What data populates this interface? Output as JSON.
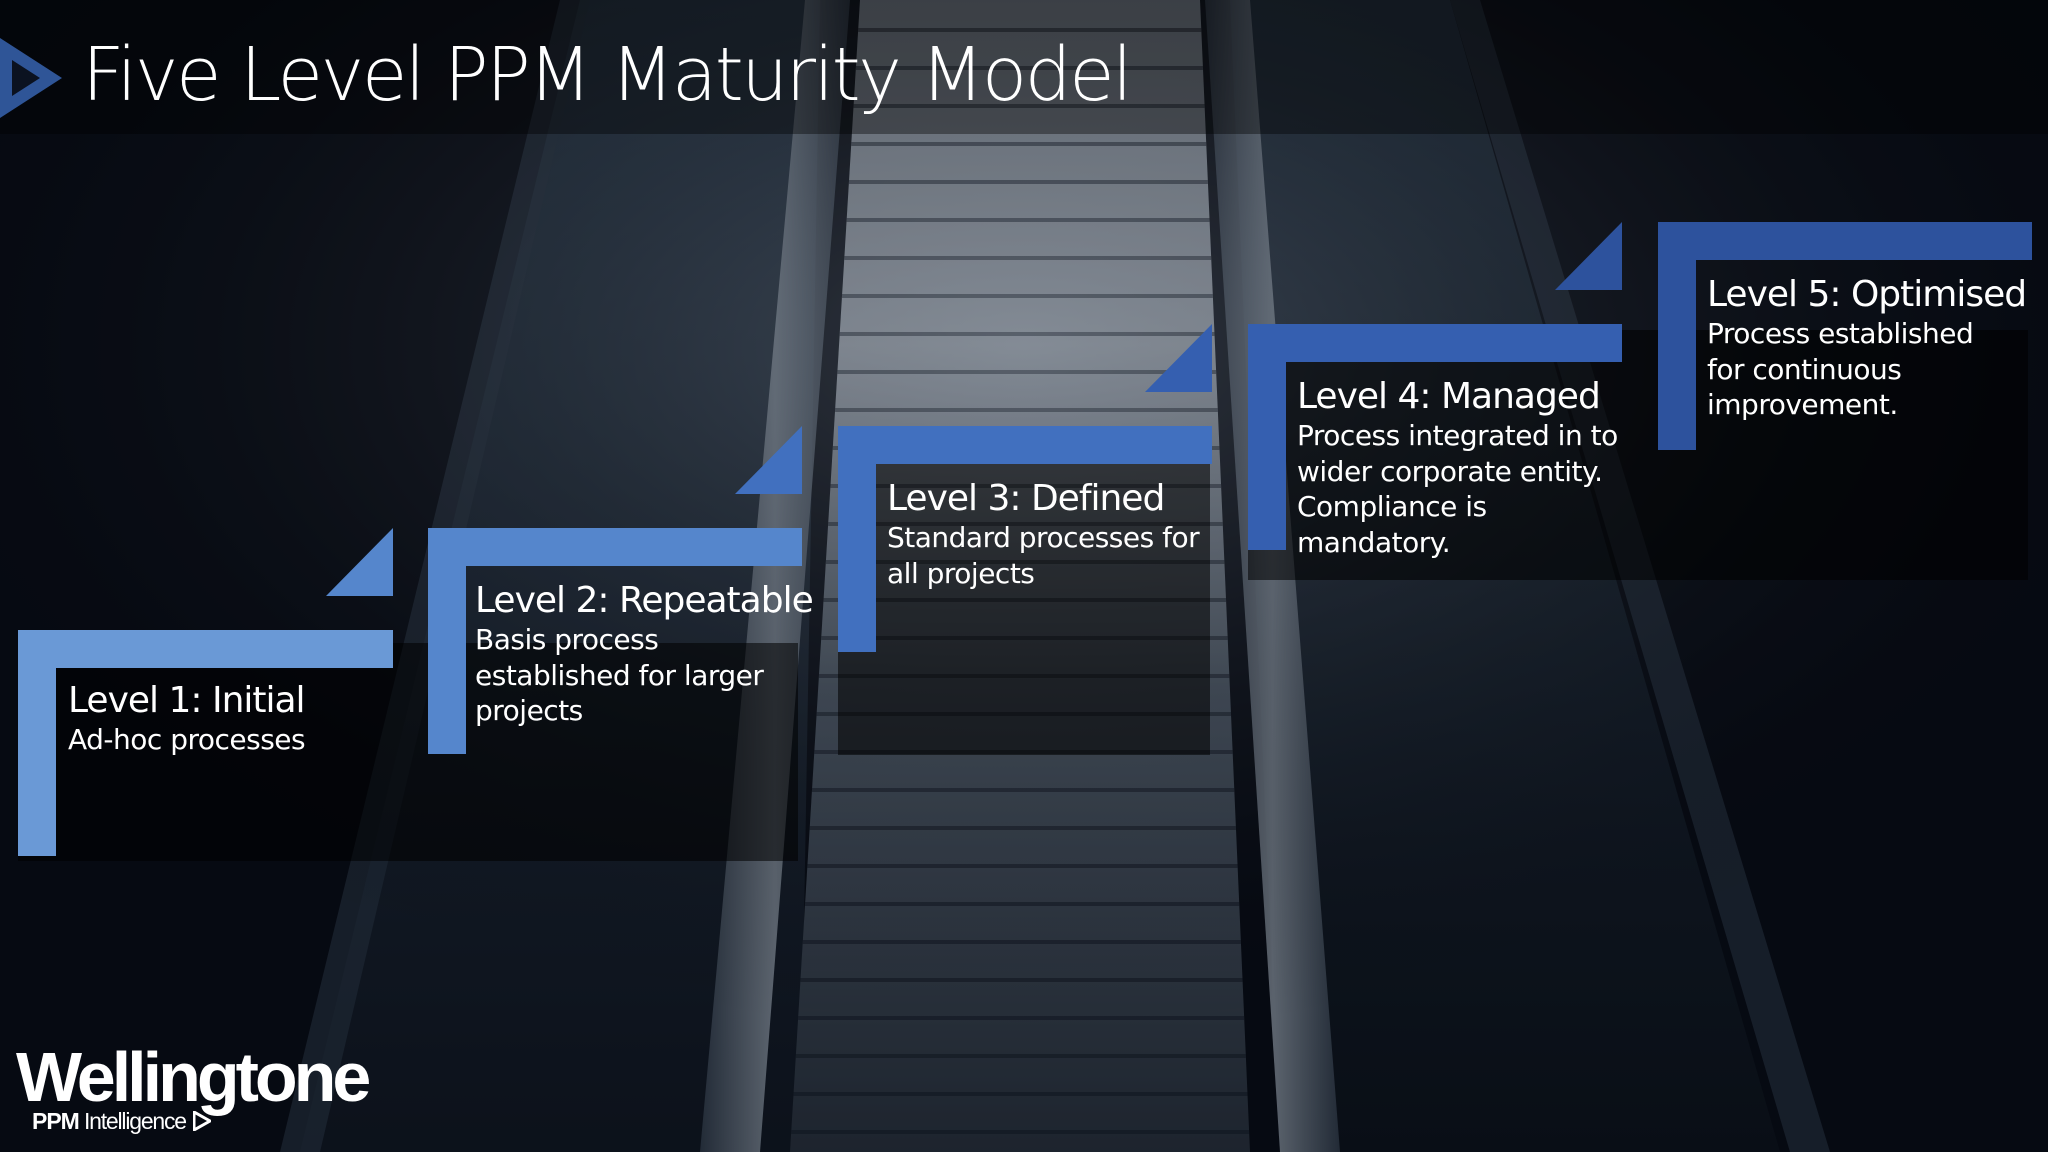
{
  "slide": {
    "title": "Five Level PPM Maturity Model",
    "title_icon": "play-triangle-icon",
    "accent_color": "#2f5597"
  },
  "levels": [
    {
      "title": "Level 1: Initial",
      "description": "Ad-hoc processes",
      "color": "#6a99d6"
    },
    {
      "title": "Level 2: Repeatable",
      "description": "Basis process\nestablished for larger\nprojects",
      "color": "#5586cc"
    },
    {
      "title": "Level 3: Defined",
      "description": "Standard processes for\nall projects",
      "color": "#4170bf"
    },
    {
      "title": "Level 4: Managed",
      "description": "Process integrated in to\nwider corporate entity.\nCompliance is\nmandatory.",
      "color": "#355fb0"
    },
    {
      "title": "Level 5: Optimised",
      "description": "Process established\nfor continuous\nimprovement.",
      "color": "#2d529d"
    }
  ],
  "logo": {
    "name": "Wellingtone",
    "tagline_bold": "PPM",
    "tagline_rest": "Intelligence",
    "tagline_icon": "play-triangle-icon"
  }
}
